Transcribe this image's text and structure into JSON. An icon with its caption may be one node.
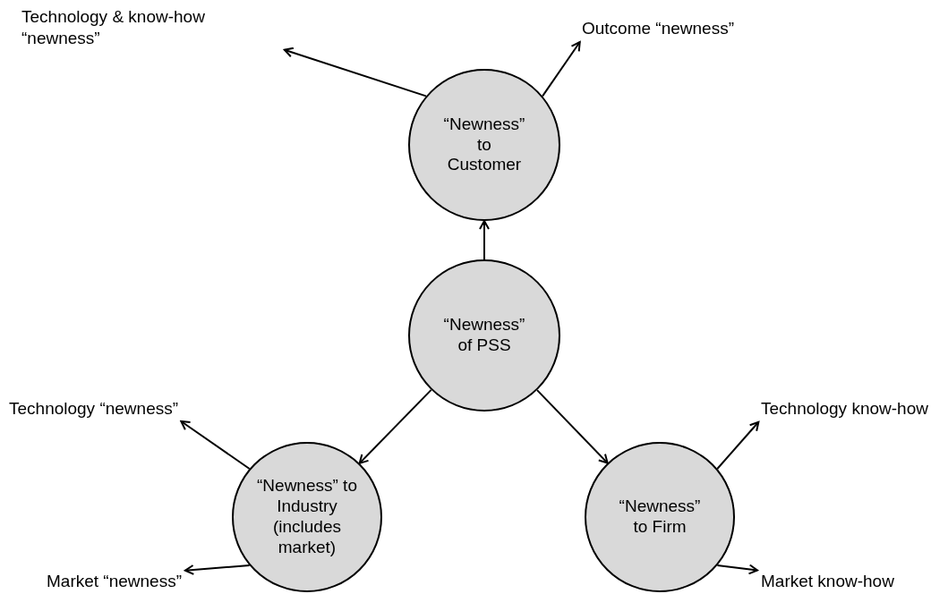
{
  "diagram": {
    "nodes": [
      {
        "text": [
          "Technology & know-how “newness”"
        ]
      },
      {
        "text": [
          "Outcome “newness”"
        ]
      },
      {
        "text": [
          "“Newness” to Customer"
        ]
      },
      {
        "text": [
          "“Newness” of PSS"
        ]
      },
      {
        "text": [
          "Technology “newness”"
        ]
      },
      {
        "text": [
          "Technology know-how"
        ]
      },
      {
        "text": [
          "“Newness” to Industry (includes market)"
        ]
      },
      {
        "text": [
          "“Newness” to Firm"
        ]
      },
      {
        "text": [
          "Market “newness”"
        ]
      },
      {
        "text": [
          "Market know-how"
        ]
      }
    ],
    "edges": [
      {
        "from": 3,
        "to": 2,
        "arrow": "to"
      },
      {
        "from": 3,
        "to": 6,
        "arrow": "to"
      },
      {
        "from": 3,
        "to": 7,
        "arrow": "to"
      },
      {
        "from": 2,
        "to": 0,
        "arrow": "to"
      },
      {
        "from": 2,
        "to": 1,
        "arrow": "to"
      },
      {
        "from": 6,
        "to": 4,
        "arrow": "to"
      },
      {
        "from": 6,
        "to": 8,
        "arrow": "to"
      },
      {
        "from": 7,
        "to": 5,
        "arrow": "to"
      },
      {
        "from": 7,
        "to": 9,
        "arrow": "to"
      }
    ]
  }
}
